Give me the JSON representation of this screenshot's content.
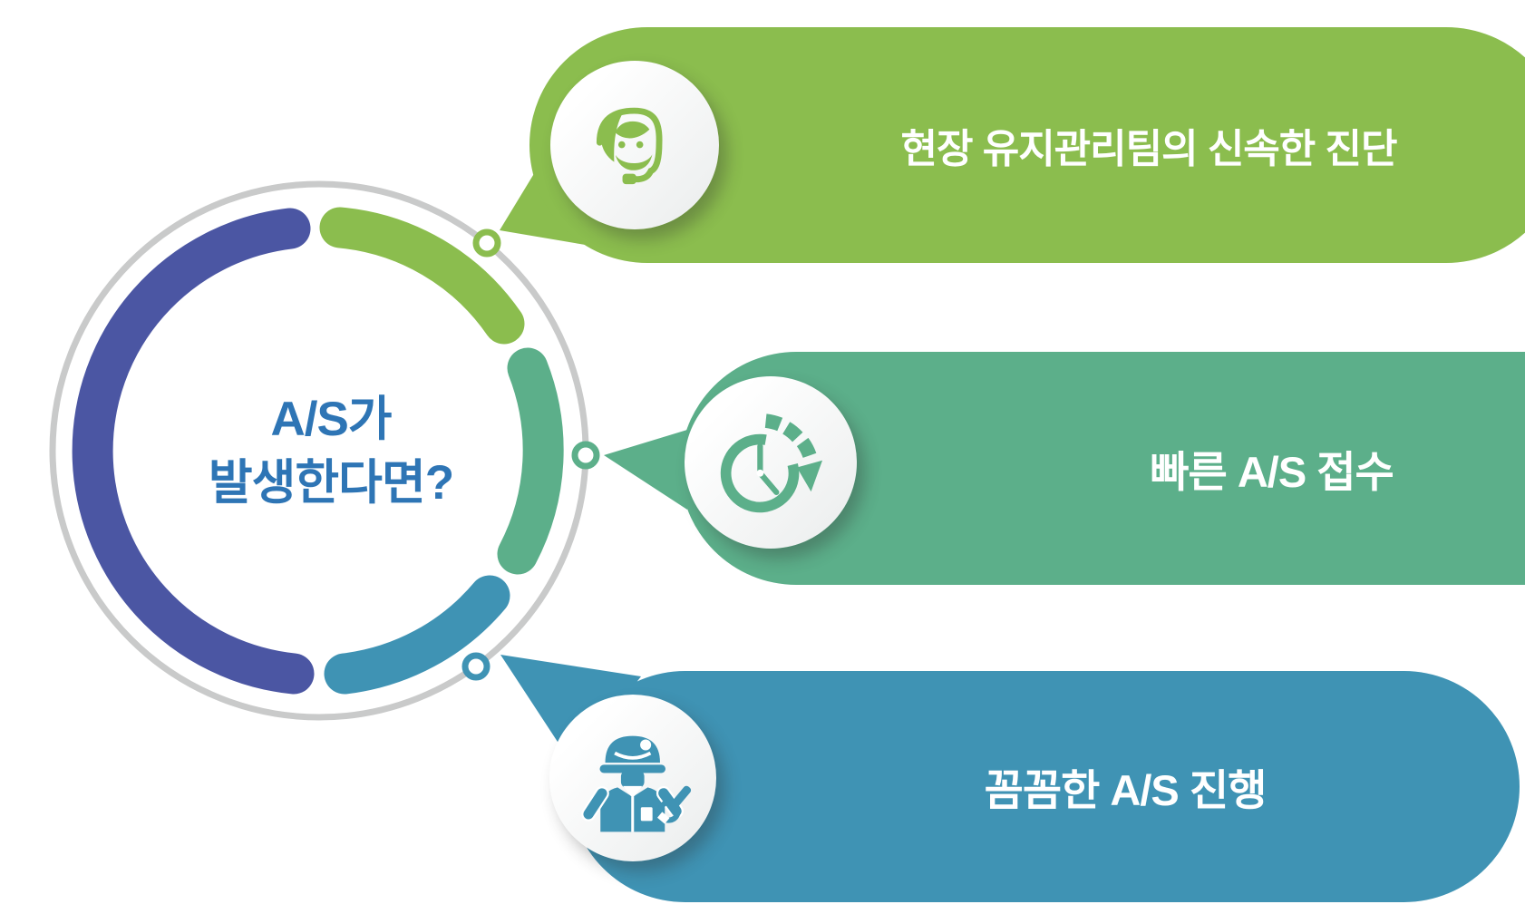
{
  "title": {
    "line1": "A/S가",
    "line2": "발생한다면?"
  },
  "steps": [
    {
      "label": "현장 유지관리팀의 신속한 진단",
      "icon": "headset-agent-icon",
      "color": "#8bbd4e"
    },
    {
      "label": "빠른 A/S 접수",
      "icon": "fast-timer-icon",
      "color": "#5caf8a"
    },
    {
      "label": "꼼꼼한 A/S 진행",
      "icon": "engineer-wrench-icon",
      "color": "#3f93b4"
    }
  ],
  "colors": {
    "indigo": "#4b56a3",
    "ring_gray": "#c9caca",
    "title_blue": "#2e75b5"
  }
}
